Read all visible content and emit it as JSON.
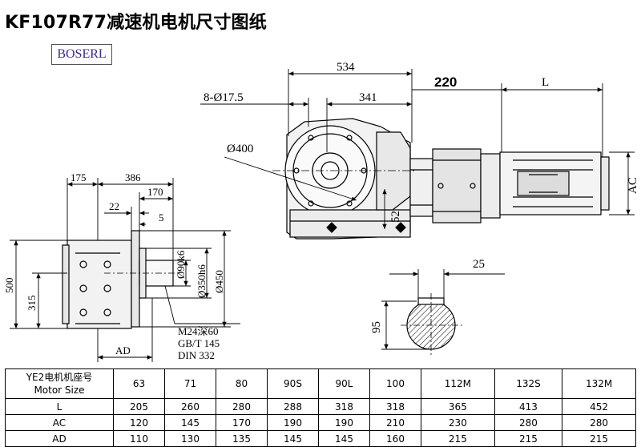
{
  "title": "KF107R77减速机电机尺寸图纸",
  "brand": "BOSERL",
  "dims": {
    "d534": "534",
    "d220": "220",
    "dL": "L",
    "d_bolt": "8-Ø17.5",
    "d341": "341",
    "d400": "Ø400",
    "dAC": "AC",
    "d52": "52",
    "d175": "175",
    "d386": "386",
    "d170": "170",
    "d22": "22",
    "d5": "5",
    "d500": "500",
    "d315": "315",
    "d90": "Ø90k6",
    "d350": "Ø350h6",
    "d450": "Ø450",
    "dAD": "AD",
    "thread": "M24深60",
    "std1": "GB/T 145",
    "std2": "DIN 332",
    "d25": "25",
    "d95": "95"
  },
  "table": {
    "header_line1": "YE2电机机座号",
    "header_line2": "Motor Size",
    "sizes": [
      "63",
      "71",
      "80",
      "90S",
      "90L",
      "100",
      "112M",
      "132S",
      "132M"
    ],
    "rows": [
      {
        "label": "L",
        "values": [
          "205",
          "260",
          "280",
          "288",
          "318",
          "318",
          "365",
          "413",
          "452"
        ]
      },
      {
        "label": "AC",
        "values": [
          "120",
          "145",
          "170",
          "190",
          "190",
          "210",
          "230",
          "280",
          "280"
        ]
      },
      {
        "label": "AD",
        "values": [
          "110",
          "130",
          "135",
          "145",
          "145",
          "160",
          "215",
          "215",
          "215"
        ]
      }
    ]
  }
}
